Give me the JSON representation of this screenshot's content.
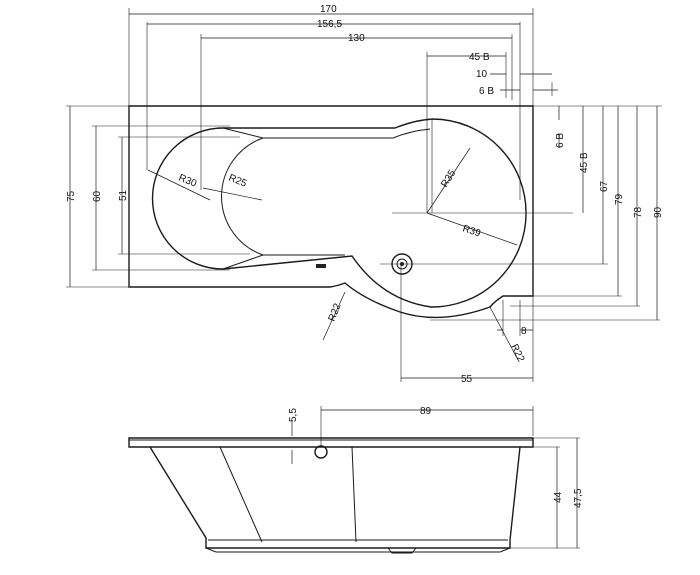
{
  "top_view": {
    "width_total": "170",
    "width_inner": "156,5",
    "width_130": "130",
    "dim_45b": "45 B",
    "dim_10": "10",
    "dim_6b_top": "6 B",
    "depth_75": "75",
    "depth_60": "60",
    "depth_51": "51",
    "radius_30": "R30",
    "radius_25": "R25",
    "radius_35": "R35",
    "radius_39": "R39",
    "radius_22_left": "R22",
    "radius_22_right": "R22",
    "dim_6b_right": "6 B",
    "dim_45b_right": "45 B",
    "depth_67": "67",
    "depth_79": "79",
    "depth_78": "78",
    "depth_90": "90",
    "dim_8": "8",
    "dim_55": "55"
  },
  "side_view": {
    "dim_5_5": "5,5",
    "dim_89": "89",
    "height_44": "44",
    "height_47_5": "47,5"
  }
}
